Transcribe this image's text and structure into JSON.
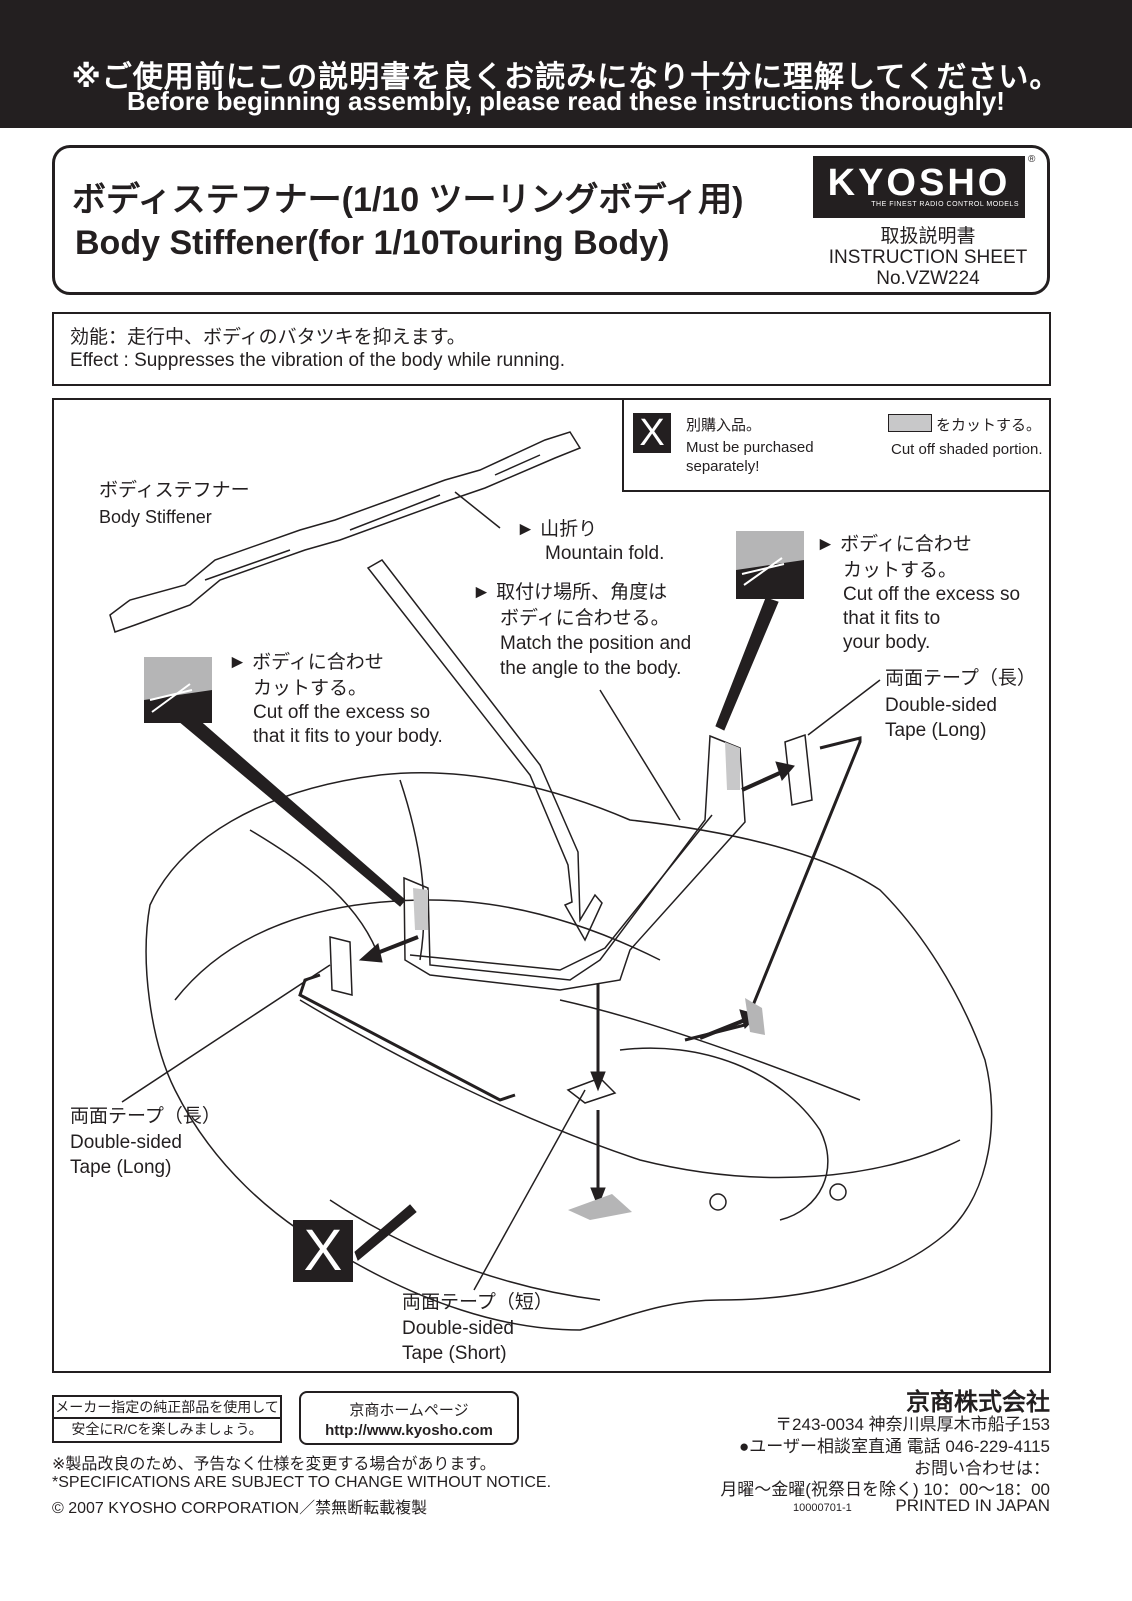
{
  "header": {
    "notice_jp": "※ご使用前にこの説明書を良くお読みになり十分に理解してください。",
    "notice_en": "Before beginning assembly, please read these instructions thoroughly!"
  },
  "title": {
    "jp": "ボディステフナー(1/10 ツーリングボディ用)",
    "en": "Body Stiffener(for 1/10Touring Body)"
  },
  "brand": {
    "name": "KYOSHO",
    "tagline": "THE FINEST RADIO CONTROL MODELS",
    "registered": "®",
    "sheet_jp": "取扱説明書",
    "sheet_en": "INSTRUCTION SHEET",
    "sheet_no": "No.VZW224"
  },
  "effect": {
    "jp": "効能：走行中、ボディのバタツキを抑えます。",
    "en": "Effect : Suppresses the vibration of the body while running."
  },
  "legend": {
    "x_symbol": "X",
    "purchase_jp": "別購入品。",
    "purchase_en_1": "Must be purchased",
    "purchase_en_2": "separately!",
    "cut_jp": "をカットする。",
    "cut_en": "Cut off shaded portion."
  },
  "labels": {
    "stiffener_jp": "ボディステフナー",
    "stiffener_en": "Body Stiffener",
    "mountain_jp": "► 山折り",
    "mountain_en": "Mountain fold.",
    "match_jp_1": "► 取付け場所、角度は",
    "match_jp_2": "ボディに合わせる。",
    "match_en_1": "Match the position and",
    "match_en_2": "the angle to the body.",
    "cut_left_jp_1": "► ボディに合わせ",
    "cut_left_jp_2": "カットする。",
    "cut_left_en_1": "Cut off the excess so",
    "cut_left_en_2": "that it fits to your body.",
    "cut_right_jp_1": "► ボディに合わせ",
    "cut_right_jp_2": "カットする。",
    "cut_right_en_1": "Cut off the excess so",
    "cut_right_en_2": "that it fits to",
    "cut_right_en_3": "your body.",
    "tape_long_r_jp": "両面テープ（長）",
    "tape_long_r_en_1": "Double-sided",
    "tape_long_r_en_2": "Tape (Long)",
    "tape_long_l_jp": "両面テープ（長）",
    "tape_long_l_en_1": "Double-sided",
    "tape_long_l_en_2": "Tape (Long)",
    "tape_short_jp": "両面テープ（短）",
    "tape_short_en_1": "Double-sided",
    "tape_short_en_2": "Tape (Short)",
    "x_big": "X"
  },
  "footer": {
    "genuine_1": "メーカー指定の純正部品を使用して",
    "genuine_2": "安全にR/Cを楽しみましょう。",
    "hp_title": "京商ホームページ",
    "hp_url": "http://www.kyosho.com",
    "change_jp": "※製品改良のため、予告なく仕様を変更する場合があります。",
    "change_en": "*SPECIFICATIONS ARE SUBJECT TO CHANGE WITHOUT NOTICE.",
    "copyright": "© 2007 KYOSHO CORPORATION／禁無断転載複製",
    "company": "京商株式会社",
    "address": "〒243-0034 神奈川県厚木市船子153",
    "phone": "●ユーザー相談室直通 電話 046-229-4115",
    "inquiry": "お問い合わせは：",
    "hours": "月曜～金曜(祝祭日を除く) 10：00～18：00",
    "code": "10000701-1",
    "printed": "PRINTED IN JAPAN"
  }
}
